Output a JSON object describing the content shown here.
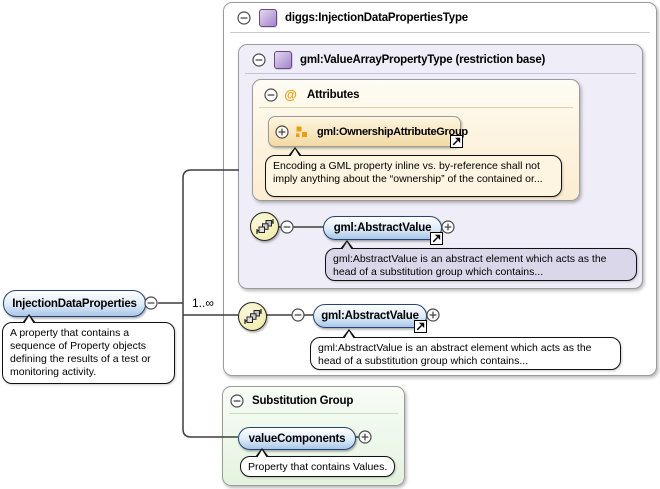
{
  "element": {
    "name": "InjectionDataProperties",
    "doc": [
      "A property that contains a",
      "sequence of Property objects",
      "defining the results of a test or",
      "monitoring activity."
    ]
  },
  "type_box": {
    "title": "diggs:InjectionDataPropertiesType"
  },
  "restriction_box": {
    "title": "gml:ValueArrayPropertyType (restriction base)"
  },
  "attributes": {
    "title": "Attributes",
    "at_symbol": "@",
    "group_name": "gml:OwnershipAttributeGroup",
    "doc": [
      "Encoding a GML property inline vs. by-reference shall not",
      "imply anything about the “ownership” of the contained or..."
    ]
  },
  "inner_sequence": {
    "element_name": "gml:AbstractValue",
    "doc": [
      "gml:AbstractValue is an abstract element which acts as the",
      "head of a substitution group which contains..."
    ]
  },
  "outer_sequence": {
    "cardinality": "1..∞",
    "element_name": "gml:AbstractValue",
    "doc": [
      "gml:AbstractValue is an abstract element which acts as the",
      "head of a substitution group which contains..."
    ]
  },
  "substitution_group": {
    "title": "Substitution Group",
    "element_name": "valueComponents",
    "doc": "Property that contains Values."
  },
  "colors": {
    "element_pill_border": "#24456e",
    "element_pill_fill": "#a9c6e8",
    "restriction_box_bg": "#efedf7",
    "attributes_box_bg": "#fbedd2",
    "attribute_group_pill_bg": "#f3d9a4",
    "substitution_box_bg": "#eaf6e7",
    "annotation_lavender_bg": "#dbd7ea",
    "annotation_cream_bg": "#fdf5e1",
    "icon_orange": "#ef9b0f",
    "icon_purple": "#b99cd6",
    "sequence_circle_bg": "#f4eeb4",
    "connector": "#3d3d3d"
  }
}
